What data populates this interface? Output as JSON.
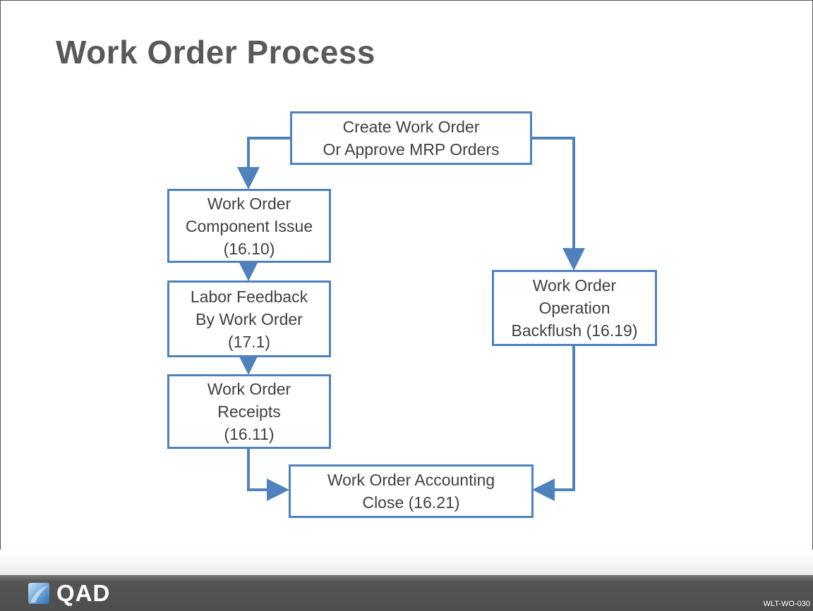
{
  "slide": {
    "title": "Work Order Process",
    "code": "WLT-WO-030"
  },
  "logo": {
    "text": "QAD"
  },
  "colors": {
    "accent": "#4f81bd",
    "title": "#595959",
    "box_text": "#404040",
    "footer": "#4e4e4e"
  },
  "diagram": {
    "nodes": {
      "create": {
        "lines": [
          "Create Work Order",
          "Or Approve MRP Orders"
        ]
      },
      "issue": {
        "lines": [
          "Work Order",
          "Component Issue",
          "(16.10)"
        ]
      },
      "labor": {
        "lines": [
          "Labor Feedback",
          "By Work Order",
          "(17.1)"
        ]
      },
      "receipts": {
        "lines": [
          "Work Order",
          "Receipts",
          "(16.11)"
        ]
      },
      "backflush": {
        "lines": [
          "Work Order",
          "Operation",
          "Backflush (16.19)"
        ]
      },
      "close": {
        "lines": [
          "Work Order Accounting",
          "Close (16.21)"
        ]
      }
    },
    "edges": [
      {
        "from": "create",
        "to": "issue"
      },
      {
        "from": "create",
        "to": "backflush"
      },
      {
        "from": "issue",
        "to": "labor"
      },
      {
        "from": "labor",
        "to": "receipts"
      },
      {
        "from": "receipts",
        "to": "close"
      },
      {
        "from": "backflush",
        "to": "close"
      }
    ]
  }
}
